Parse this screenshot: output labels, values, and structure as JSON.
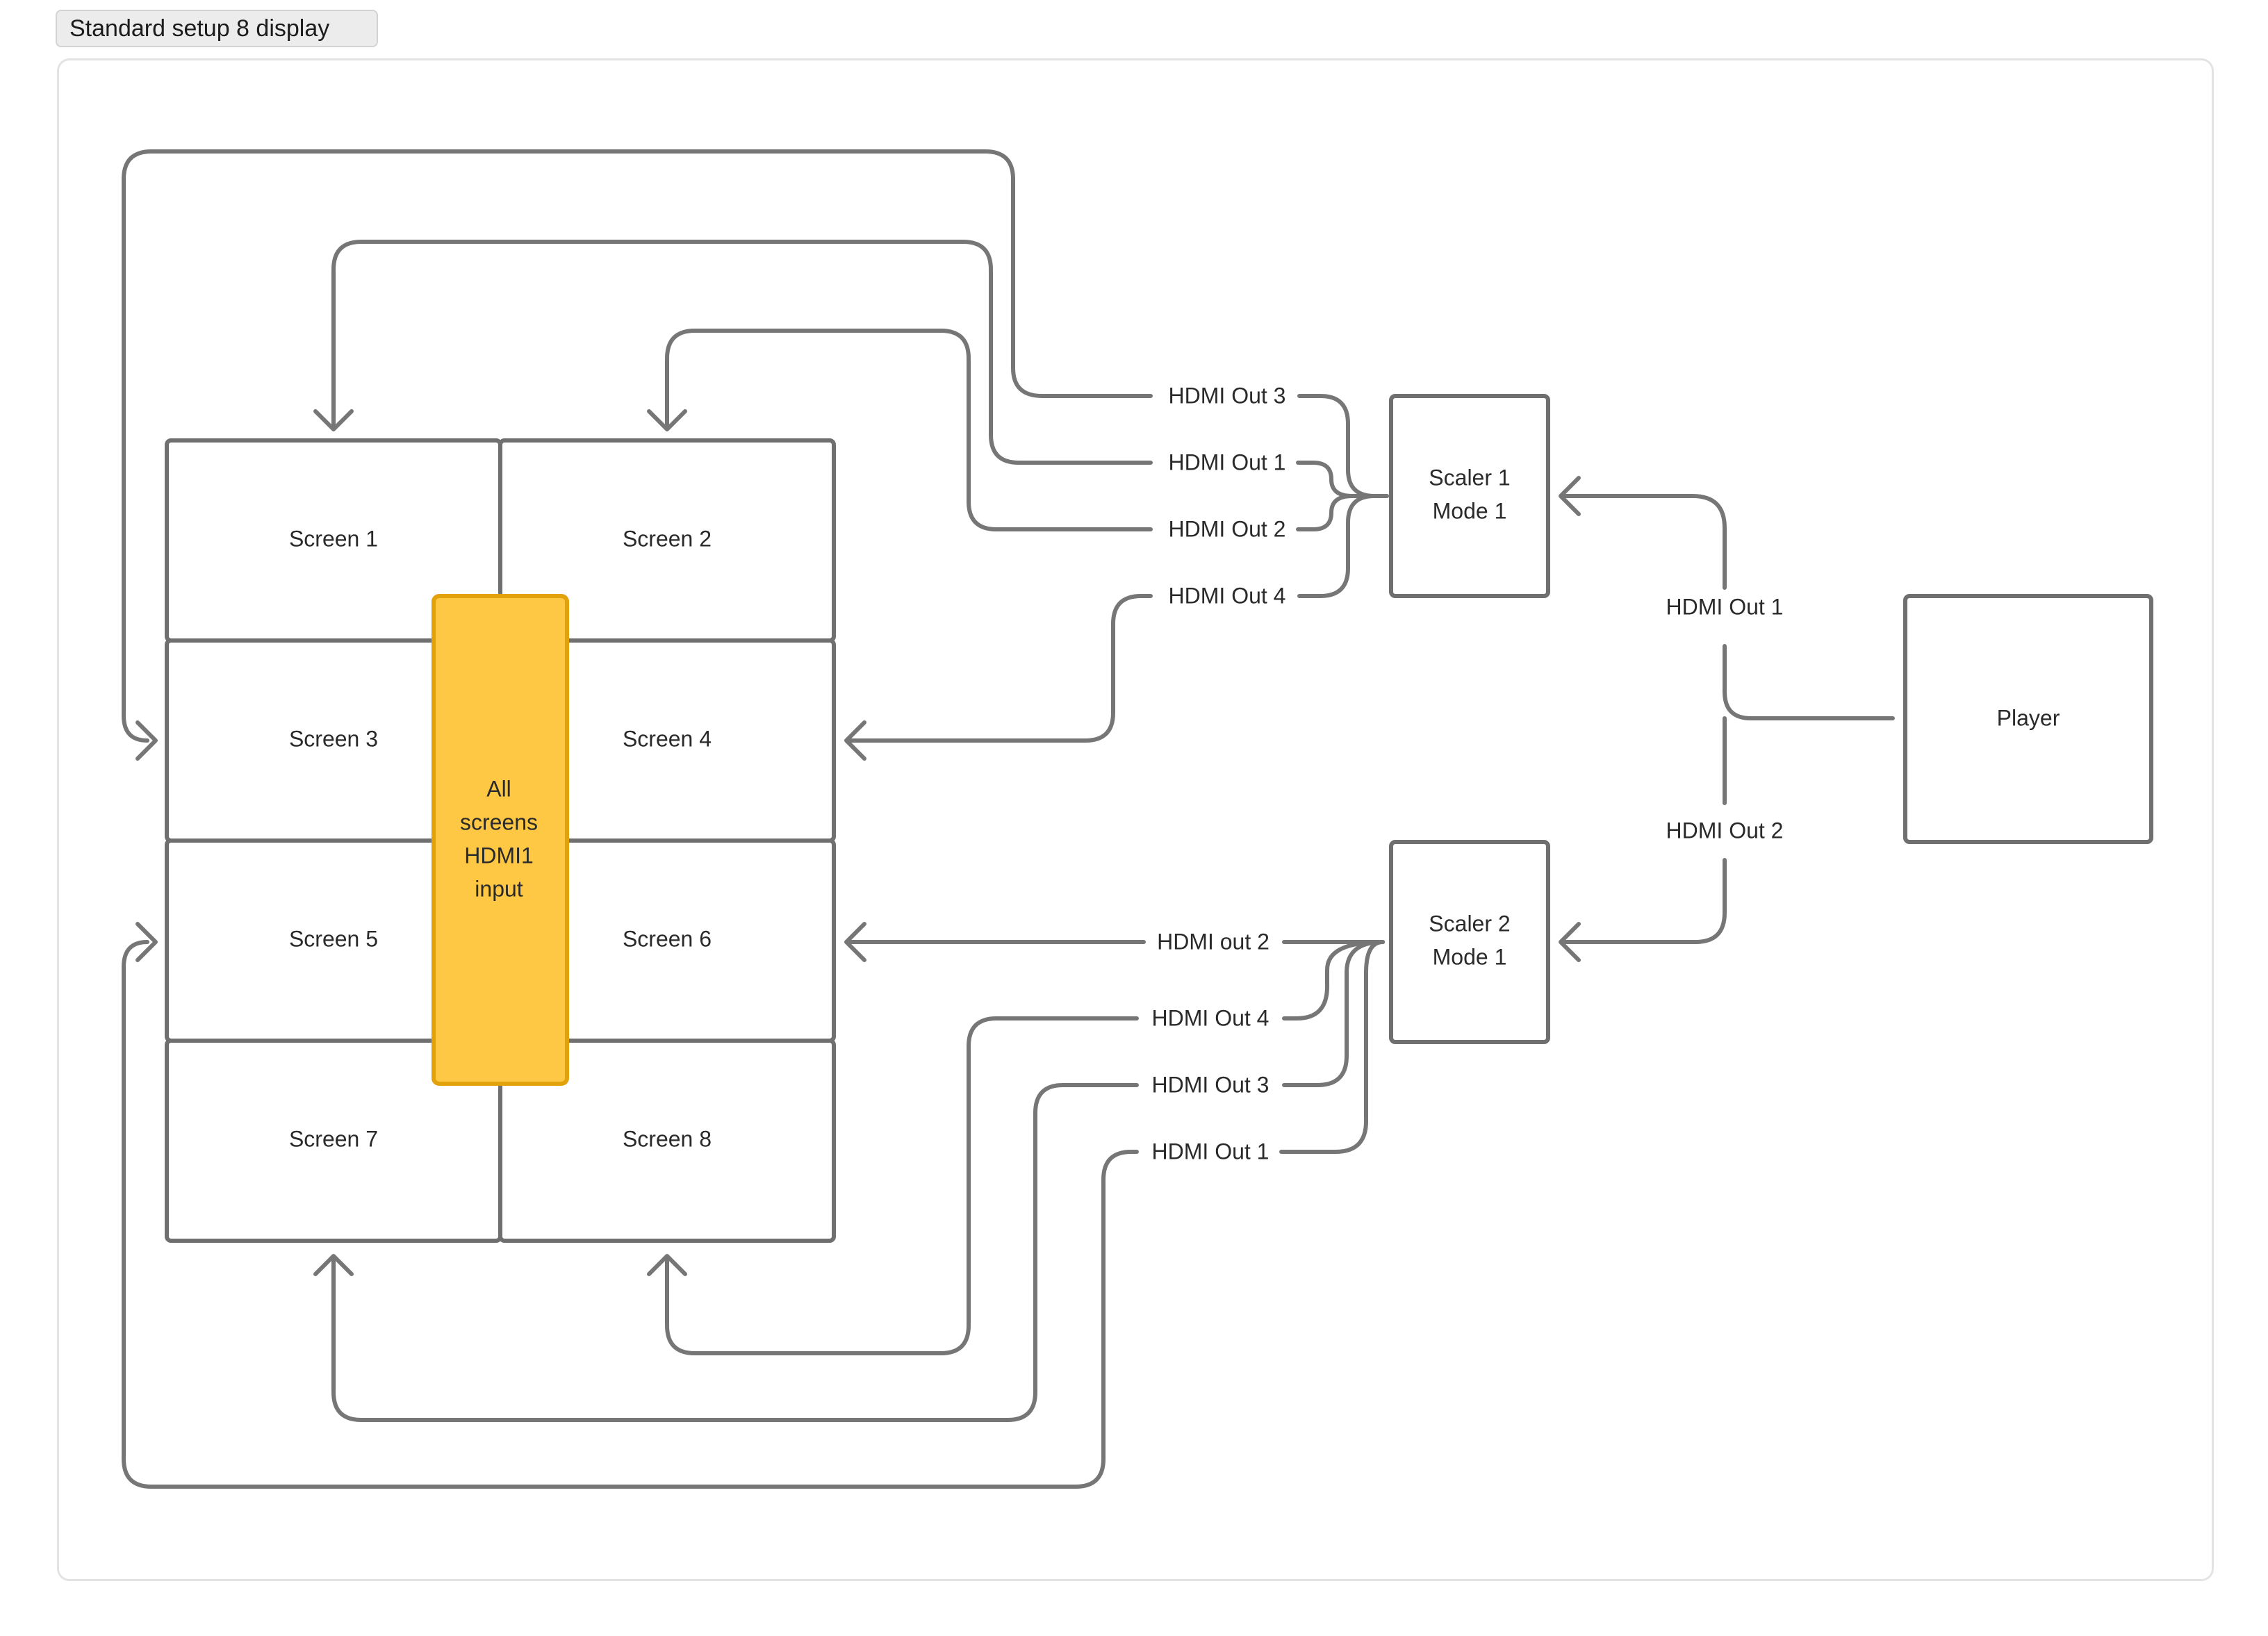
{
  "frame": {
    "title": "Standard setup 8 display"
  },
  "screens": [
    {
      "label": "Screen 1"
    },
    {
      "label": "Screen 2"
    },
    {
      "label": "Screen 3"
    },
    {
      "label": "Screen 4"
    },
    {
      "label": "Screen 5"
    },
    {
      "label": "Screen 6"
    },
    {
      "label": "Screen 7"
    },
    {
      "label": "Screen 8"
    }
  ],
  "highlight": {
    "lines": [
      "All",
      "screens",
      "HDMI1",
      "input"
    ]
  },
  "scaler1": {
    "lines": [
      "Scaler 1",
      "Mode 1"
    ]
  },
  "scaler2": {
    "lines": [
      "Scaler 2",
      "Mode 1"
    ]
  },
  "player": {
    "label": "Player"
  },
  "player_outputs": {
    "out1": "HDMI Out 1",
    "out2": "HDMI Out 2"
  },
  "scaler1_outputs": [
    "HDMI Out 3",
    "HDMI Out 1",
    "HDMI Out 2",
    "HDMI Out 4"
  ],
  "scaler2_outputs": [
    "HDMI out 2",
    "HDMI Out 4",
    "HDMI Out 3",
    "HDMI Out 1"
  ],
  "colors": {
    "line": "#767676",
    "box_border": "#6f6f6f",
    "highlight_fill": "#fec844",
    "highlight_border": "#e2a20c"
  }
}
